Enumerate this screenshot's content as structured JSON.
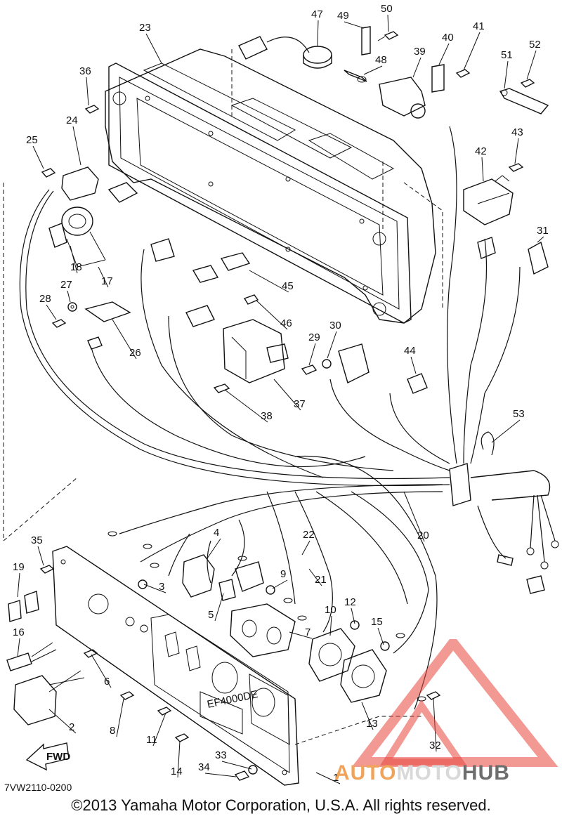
{
  "diagram": {
    "part_labels": [
      {
        "id": "1",
        "text": "1"
      },
      {
        "id": "2",
        "text": "2"
      },
      {
        "id": "3",
        "text": "3"
      },
      {
        "id": "4",
        "text": "4"
      },
      {
        "id": "5",
        "text": "5"
      },
      {
        "id": "6",
        "text": "6"
      },
      {
        "id": "7",
        "text": "7"
      },
      {
        "id": "8",
        "text": "8"
      },
      {
        "id": "9",
        "text": "9"
      },
      {
        "id": "10",
        "text": "10"
      },
      {
        "id": "11",
        "text": "11"
      },
      {
        "id": "12",
        "text": "12"
      },
      {
        "id": "13",
        "text": "13"
      },
      {
        "id": "14",
        "text": "14"
      },
      {
        "id": "15",
        "text": "15"
      },
      {
        "id": "16",
        "text": "16"
      },
      {
        "id": "17",
        "text": "17"
      },
      {
        "id": "18",
        "text": "18"
      },
      {
        "id": "19",
        "text": "19"
      },
      {
        "id": "20",
        "text": "20"
      },
      {
        "id": "21",
        "text": "21"
      },
      {
        "id": "22",
        "text": "22"
      },
      {
        "id": "23",
        "text": "23"
      },
      {
        "id": "24",
        "text": "24"
      },
      {
        "id": "25",
        "text": "25"
      },
      {
        "id": "26",
        "text": "26"
      },
      {
        "id": "27",
        "text": "27"
      },
      {
        "id": "28",
        "text": "28"
      },
      {
        "id": "29",
        "text": "29"
      },
      {
        "id": "30",
        "text": "30"
      },
      {
        "id": "31",
        "text": "31"
      },
      {
        "id": "32",
        "text": "32"
      },
      {
        "id": "33",
        "text": "33"
      },
      {
        "id": "34",
        "text": "34"
      },
      {
        "id": "35",
        "text": "35"
      },
      {
        "id": "36",
        "text": "36"
      },
      {
        "id": "37",
        "text": "37"
      },
      {
        "id": "38",
        "text": "38"
      },
      {
        "id": "39",
        "text": "39"
      },
      {
        "id": "40",
        "text": "40"
      },
      {
        "id": "41",
        "text": "41"
      },
      {
        "id": "42",
        "text": "42"
      },
      {
        "id": "43",
        "text": "43"
      },
      {
        "id": "44",
        "text": "44"
      },
      {
        "id": "45",
        "text": "45"
      },
      {
        "id": "46",
        "text": "46"
      },
      {
        "id": "47",
        "text": "47"
      },
      {
        "id": "48",
        "text": "48"
      },
      {
        "id": "49",
        "text": "49"
      },
      {
        "id": "50",
        "text": "50"
      },
      {
        "id": "51",
        "text": "51"
      },
      {
        "id": "52",
        "text": "52"
      },
      {
        "id": "53",
        "text": "53"
      }
    ],
    "panel_model_text": "EF4000DE",
    "fwd_arrow_text": "FWD",
    "drawing_code": "7VW2110-0200",
    "copyright": "©2013 Yamaha Motor Corporation, U.S.A. All rights reserved."
  },
  "watermark": {
    "part1": "AUTO",
    "part2": "MOTO",
    "part3": "HUB",
    "colors": {
      "triangle": "#e8453c",
      "auto": "#f0a35a",
      "moto": "#d9d9d9",
      "hub": "#6d6d6d"
    }
  }
}
